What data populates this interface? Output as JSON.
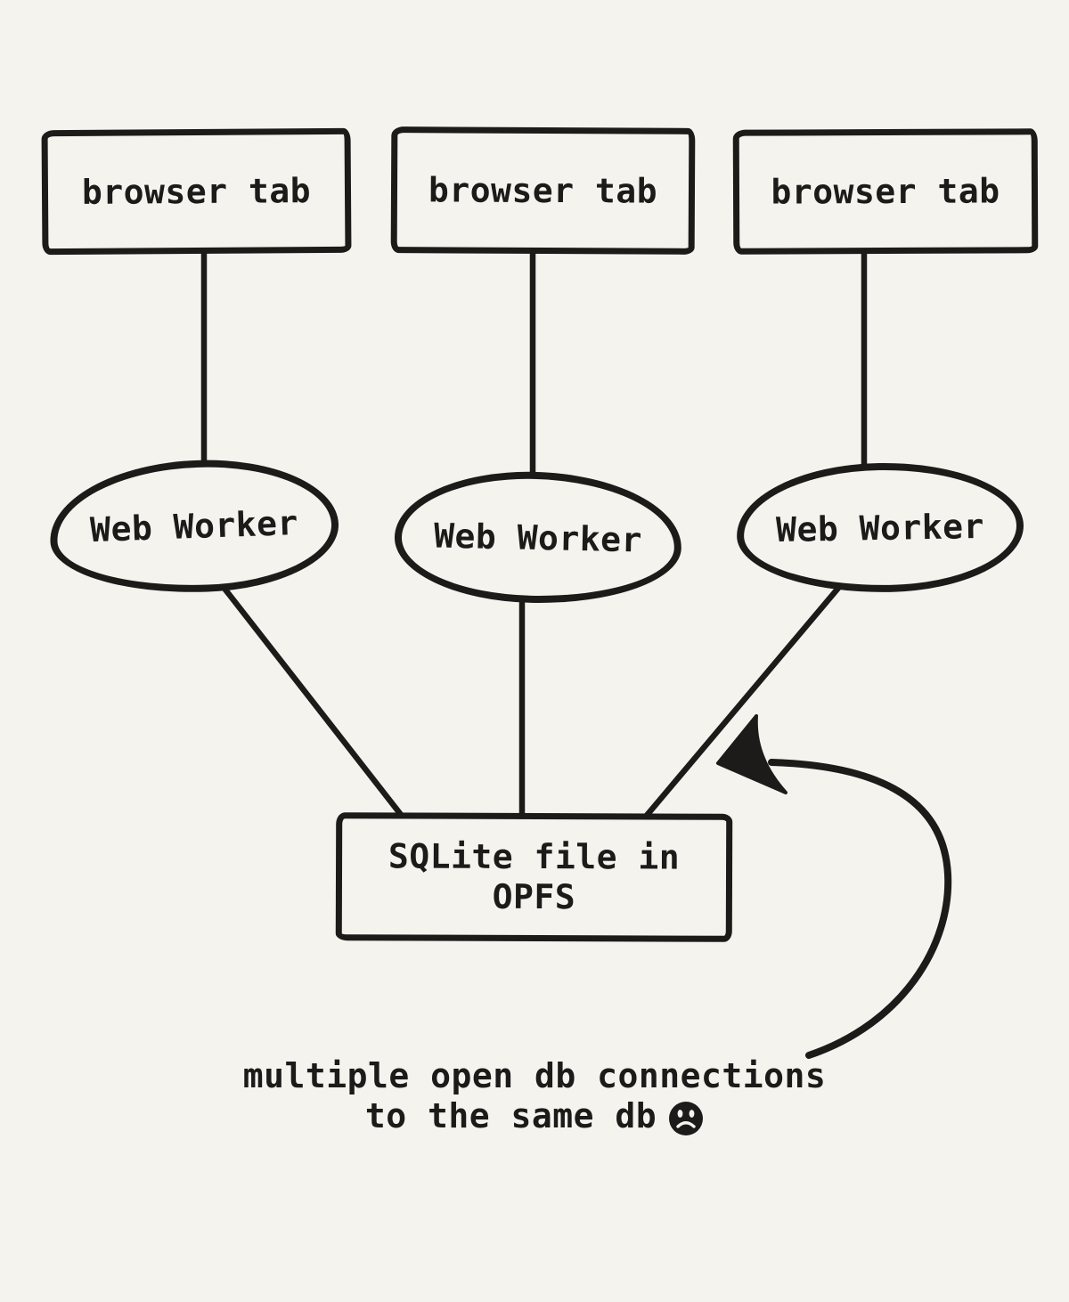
{
  "canvas": {
    "background": "#f5f3ee",
    "ink": "#1c1b19"
  },
  "nodes": {
    "browser_tabs": [
      {
        "label": "browser tab"
      },
      {
        "label": "browser tab"
      },
      {
        "label": "browser tab"
      }
    ],
    "web_workers": [
      {
        "label": "Web Worker"
      },
      {
        "label": "Web Worker"
      },
      {
        "label": "Web Worker"
      }
    ],
    "sqlite": {
      "line1": "SQLite file in",
      "line2": "OPFS"
    }
  },
  "edges": [
    {
      "from": "browser-tab-1",
      "to": "web-worker-1"
    },
    {
      "from": "browser-tab-2",
      "to": "web-worker-2"
    },
    {
      "from": "browser-tab-3",
      "to": "web-worker-3"
    },
    {
      "from": "web-worker-1",
      "to": "sqlite-file"
    },
    {
      "from": "web-worker-2",
      "to": "sqlite-file"
    },
    {
      "from": "web-worker-3",
      "to": "sqlite-file"
    }
  ],
  "caption": {
    "line1": "multiple open db connections",
    "line2": "to the same db",
    "emoji": "frowning-face"
  }
}
